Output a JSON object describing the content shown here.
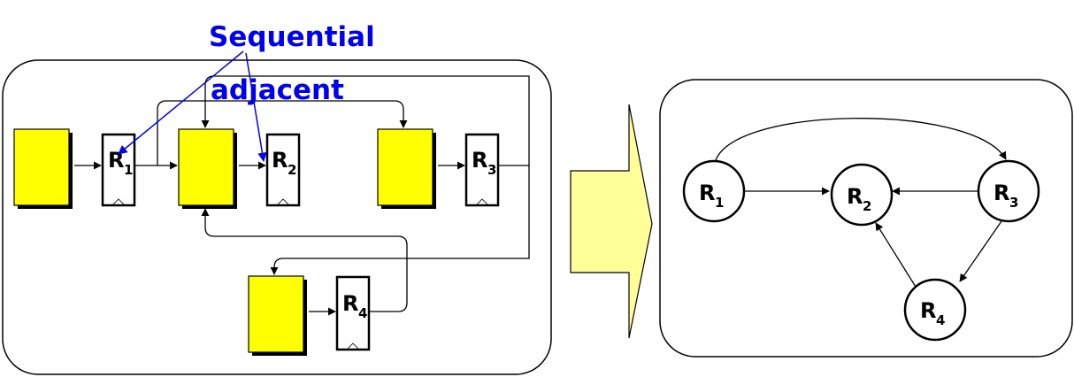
{
  "annotation": {
    "line1": "Sequential",
    "line2": "adjacent"
  },
  "registers": {
    "r1": {
      "letter": "R",
      "sub": "1"
    },
    "r2": {
      "letter": "R",
      "sub": "2"
    },
    "r3": {
      "letter": "R",
      "sub": "3"
    },
    "r4": {
      "letter": "R",
      "sub": "4"
    }
  },
  "graph_nodes": {
    "n1": {
      "letter": "R",
      "sub": "1"
    },
    "n2": {
      "letter": "R",
      "sub": "2"
    },
    "n3": {
      "letter": "R",
      "sub": "3"
    },
    "n4": {
      "letter": "R",
      "sub": "4"
    }
  },
  "graph_edges": [
    {
      "from": "R1",
      "to": "R2"
    },
    {
      "from": "R3",
      "to": "R2"
    },
    {
      "from": "R1",
      "to": "R3"
    },
    {
      "from": "R3",
      "to": "R4"
    },
    {
      "from": "R4",
      "to": "R2"
    }
  ],
  "colors": {
    "logic_block": "#ffff00",
    "annotation": "#0000ee",
    "arrow_fill": "#ffff99"
  }
}
